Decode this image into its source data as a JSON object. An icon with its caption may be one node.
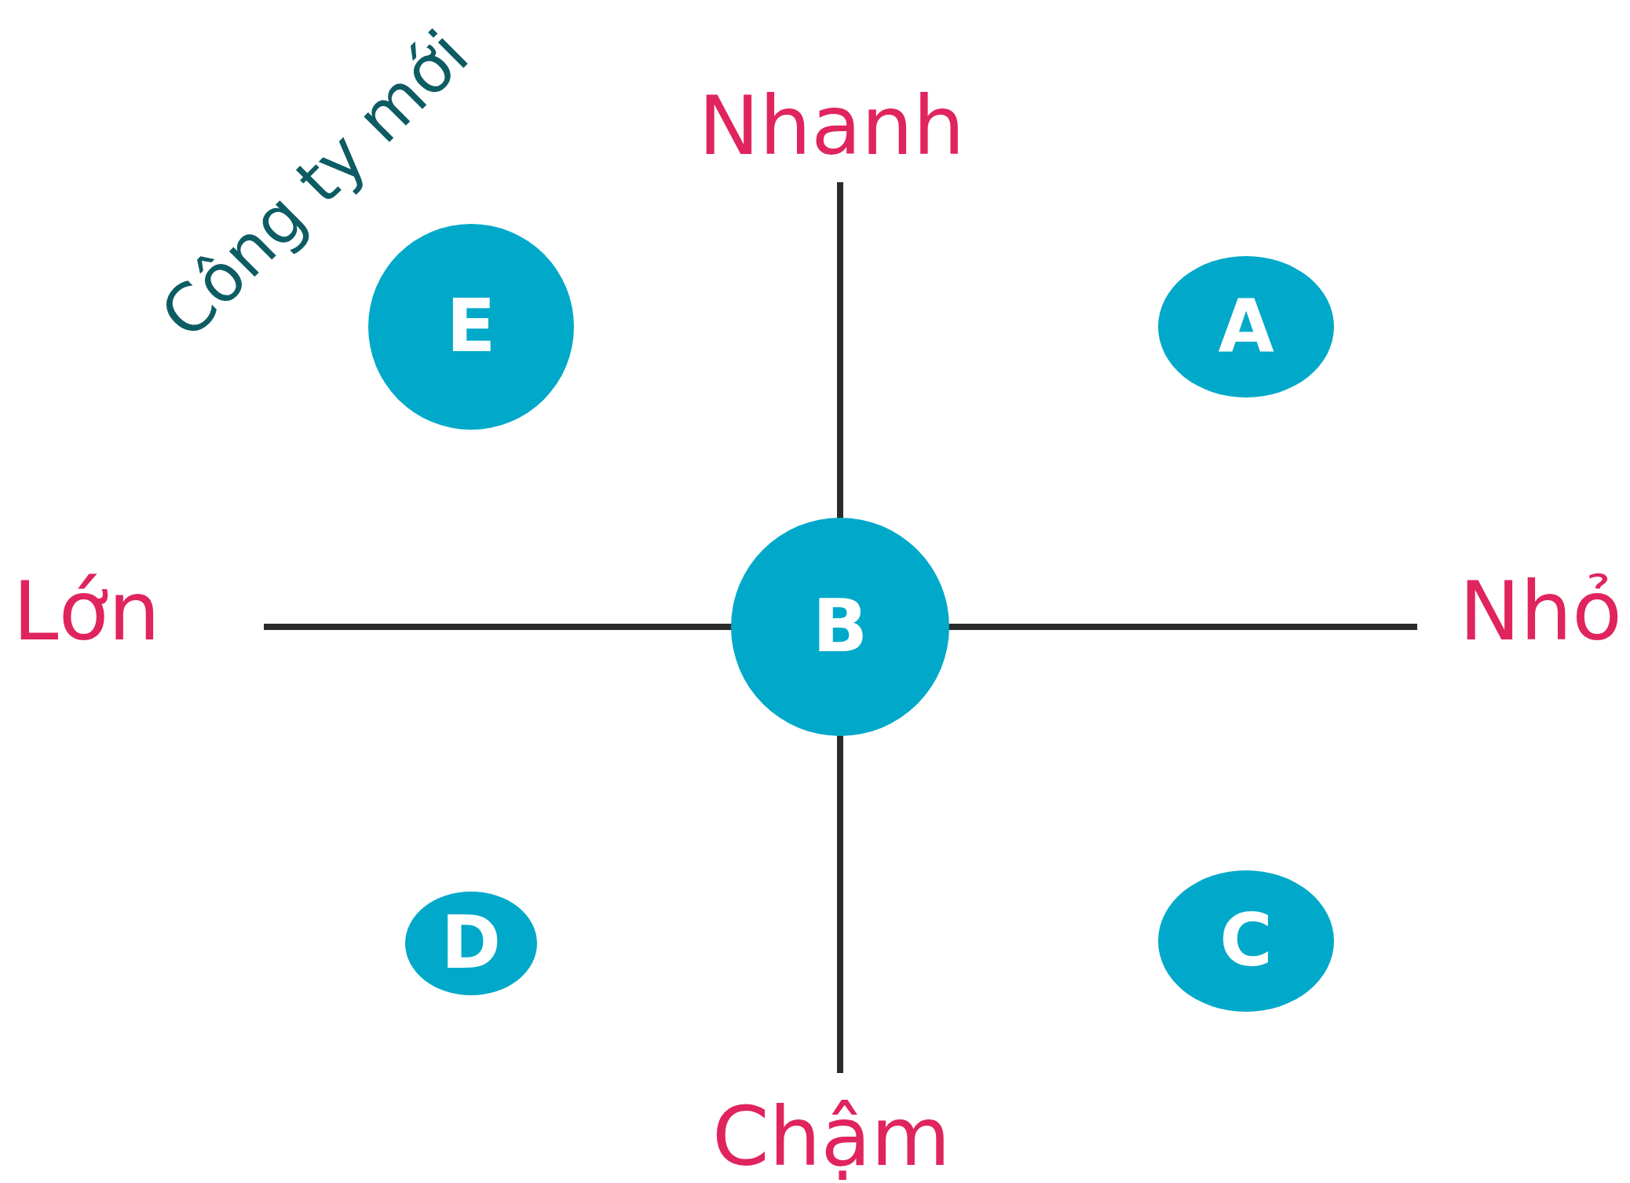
{
  "diagram": {
    "nodes": [
      {
        "text": [
          "E"
        ]
      },
      {
        "text": [
          "A"
        ]
      },
      {
        "text": [
          "B"
        ]
      },
      {
        "text": [
          "D"
        ]
      },
      {
        "text": [
          "C"
        ]
      }
    ],
    "labels": [
      "Công ty mới",
      "Nhanh",
      "Lớn",
      "Nhỏ",
      "Chậm"
    ]
  }
}
